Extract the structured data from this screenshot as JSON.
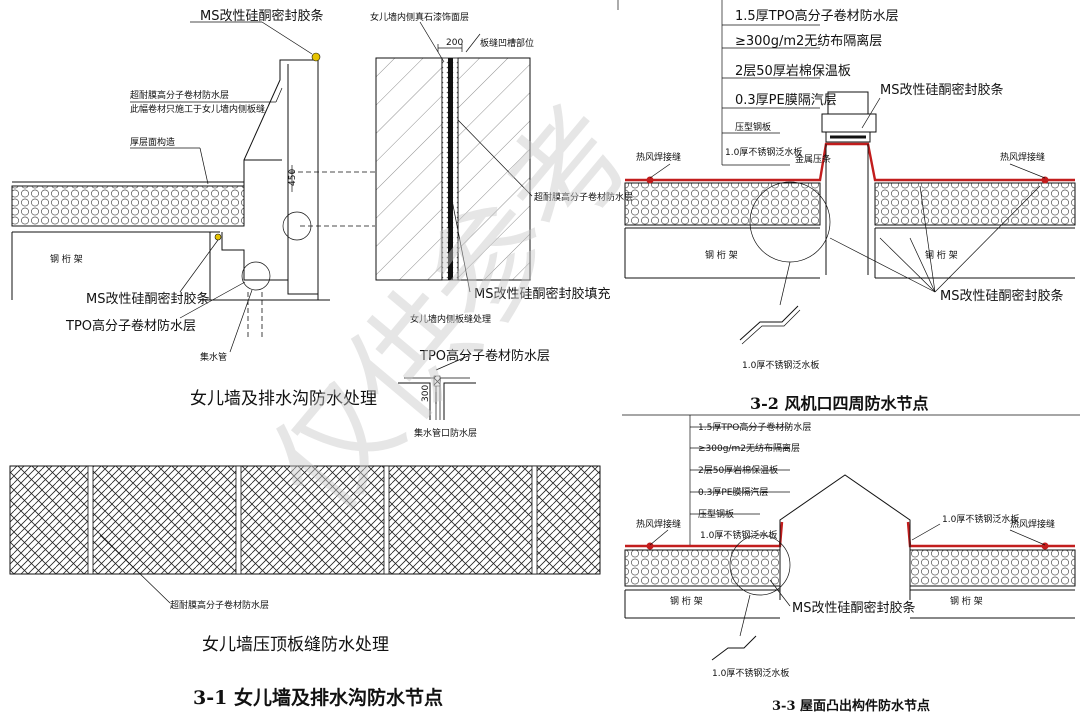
{
  "panel_1": {
    "labels": {
      "ms_top": "MS改性硅酮密封胶条",
      "membrane_1": "超耐膜高分子卷材防水层",
      "membrane_2": "此幅卷材只施工于女儿墙内侧板缝",
      "roof_layers": "厚层面构造",
      "dim_1": "450",
      "ms_mid": "MS改性硅酮密封胶条",
      "tpo": "TPO高分子卷材防水层",
      "steel": "钢 桁 架",
      "drain": "集水管",
      "wall_inner": "女儿墙内侧真石漆饰面层",
      "gap_dim": "200",
      "gap_pos": "板缝凹槽部位",
      "membrane_3": "超耐膜高分子卷材防水层",
      "ms_fill": "MS改性硅酮密封胶填充",
      "wall_note": "女儿墙内侧板缝处理",
      "tpo_small": "TPO高分子卷材防水层",
      "dim_2": "300",
      "drain_note": "集水管口防水层",
      "heading_a": "女儿墙及排水沟防水处理",
      "membrane_4": "超耐膜高分子卷材防水层",
      "heading_b": "女儿墙压顶板缝防水处理"
    },
    "caption": "3-1 女儿墙及排水沟防水节点"
  },
  "panel_2": {
    "labels": {
      "l1": "1.5厚TPO高分子卷材防水层",
      "l2": "≥300g/m2无纺布隔离层",
      "l3": "2层50厚岩棉保温板",
      "l4": "0.3厚PE膜隔汽层",
      "l5": "压型钢板",
      "l6": "1.0厚不锈钢泛水板",
      "ms": "MS改性硅酮密封胶条",
      "seal": "金属压条",
      "weld_left": "热风焊接缝",
      "weld_right": "热风焊接缝",
      "steel_left": "钢 桁 架",
      "steel_right": "钢 桁 架",
      "ms_bottom": "MS改性硅酮密封胶条",
      "flash": "1.0厚不锈钢泛水板"
    },
    "caption": "3-2 风机口四周防水节点"
  },
  "panel_3": {
    "labels": {
      "l1": "1.5厚TPO高分子卷材防水层",
      "l2": "≥300g/m2无纺布隔离层",
      "l3": "2层50厚岩棉保温板",
      "l4": "0.3厚PE膜隔汽层",
      "l5": "压型钢板",
      "weld_left": "热风焊接缝",
      "weld_right": "热风焊接缝",
      "flash_small": "1.0厚不锈钢泛水板",
      "flash_right": "1.0厚不锈钢泛水板",
      "steel_left": "钢 桁 架",
      "steel_right": "钢 桁 架",
      "ms": "MS改性硅酮密封胶条",
      "flash": "1.0厚不锈钢泛水板"
    },
    "caption": "3-3 屋面凸出构件防水节点"
  },
  "watermark": "仅供参考",
  "colors": {
    "membrane": "#c21d1d",
    "line": "#111111",
    "accent": "#e6c300"
  }
}
